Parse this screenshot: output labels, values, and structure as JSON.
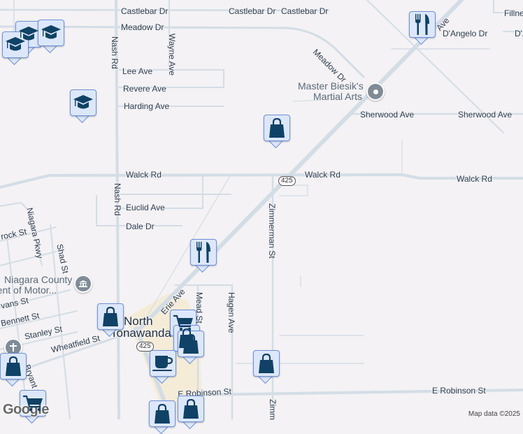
{
  "map": {
    "background": "#f4f2f4",
    "road_color": "#d3dde6",
    "marker_fill": "#dde7fb",
    "marker_border": "#6e92dc",
    "icon_color": "#0f4266",
    "urban_area_color": "#f5ecd8"
  },
  "street_labels": [
    {
      "id": "castlebar-1",
      "text": "Castlebar Dr"
    },
    {
      "id": "castlebar-2",
      "text": "Castlebar Dr"
    },
    {
      "id": "castlebar-3",
      "text": "Castlebar Dr"
    },
    {
      "id": "meadow-1",
      "text": "Meadow Dr"
    },
    {
      "id": "meadow-2",
      "text": "Meadow Dr"
    },
    {
      "id": "nash-1",
      "text": "Nash Rd"
    },
    {
      "id": "nash-2",
      "text": "Nash Rd"
    },
    {
      "id": "wayne",
      "text": "Wayne Ave"
    },
    {
      "id": "lee",
      "text": "Lee Ave"
    },
    {
      "id": "revere",
      "text": "Revere Ave"
    },
    {
      "id": "harding",
      "text": "Harding Ave"
    },
    {
      "id": "walck-1",
      "text": "Walck Rd"
    },
    {
      "id": "walck-2",
      "text": "Walck Rd"
    },
    {
      "id": "walck-3",
      "text": "Walck Rd"
    },
    {
      "id": "euclid",
      "text": "Euclid Ave"
    },
    {
      "id": "dale",
      "text": "Dale Dr"
    },
    {
      "id": "sherwood-1",
      "text": "Sherwood Ave"
    },
    {
      "id": "sherwood-2",
      "text": "Sherwood Ave"
    },
    {
      "id": "dangelo-1",
      "text": "D'Angelo Dr"
    },
    {
      "id": "dangelo-2",
      "text": "D'A"
    },
    {
      "id": "fillmore",
      "text": "Fillne"
    },
    {
      "id": "erie-top",
      "text": "Ave"
    },
    {
      "id": "erie",
      "text": "Erie Ave"
    },
    {
      "id": "zimmerman-1",
      "text": "Zimmerman St"
    },
    {
      "id": "zimmerman-2",
      "text": "Zimm"
    },
    {
      "id": "niagara-pkwy",
      "text": "Niagara Pkwy"
    },
    {
      "id": "shad",
      "text": "Shad St"
    },
    {
      "id": "rock",
      "text": "rock St"
    },
    {
      "id": "evans",
      "text": "vans St"
    },
    {
      "id": "bennett",
      "text": "Bennett St"
    },
    {
      "id": "stanley",
      "text": "Stanley St"
    },
    {
      "id": "wheatfield",
      "text": "Wheatfield St"
    },
    {
      "id": "bryant",
      "text": "Bryant S"
    },
    {
      "id": "mead",
      "text": "Mead St"
    },
    {
      "id": "hagen",
      "text": "Hagen Ave"
    },
    {
      "id": "robinson-1",
      "text": "E Robinson St"
    },
    {
      "id": "robinson-2",
      "text": "E Robinson St"
    }
  ],
  "place_labels": {
    "town_line1": "North",
    "town_line2": "Tonawanda",
    "martial_arts_line1": "Master Biesik's",
    "martial_arts_line2": "Martial Arts",
    "dmv_line1": "Niagara County",
    "dmv_line2": "Department of Motor..."
  },
  "route_shields": [
    {
      "id": "rt425-1",
      "text": "425"
    },
    {
      "id": "rt425-2",
      "text": "425"
    }
  ],
  "markers": [
    {
      "id": "school-1",
      "type": "school"
    },
    {
      "id": "school-2",
      "type": "school"
    },
    {
      "id": "school-3",
      "type": "school"
    },
    {
      "id": "school-4",
      "type": "school"
    },
    {
      "id": "restaurant-1",
      "type": "restaurant"
    },
    {
      "id": "restaurant-2",
      "type": "restaurant"
    },
    {
      "id": "shopping-1",
      "type": "shopping"
    },
    {
      "id": "shopping-2",
      "type": "shopping"
    },
    {
      "id": "shopping-3",
      "type": "shopping"
    },
    {
      "id": "shopping-4",
      "type": "shopping"
    },
    {
      "id": "shopping-5",
      "type": "shopping"
    },
    {
      "id": "shopping-6",
      "type": "shopping"
    },
    {
      "id": "shopping-7",
      "type": "shopping"
    },
    {
      "id": "grocery-1",
      "type": "grocery"
    },
    {
      "id": "grocery-2",
      "type": "grocery"
    },
    {
      "id": "cafe-1",
      "type": "cafe"
    }
  ],
  "footer": {
    "google_logo": "Google",
    "attribution": "Map data ©2025"
  }
}
